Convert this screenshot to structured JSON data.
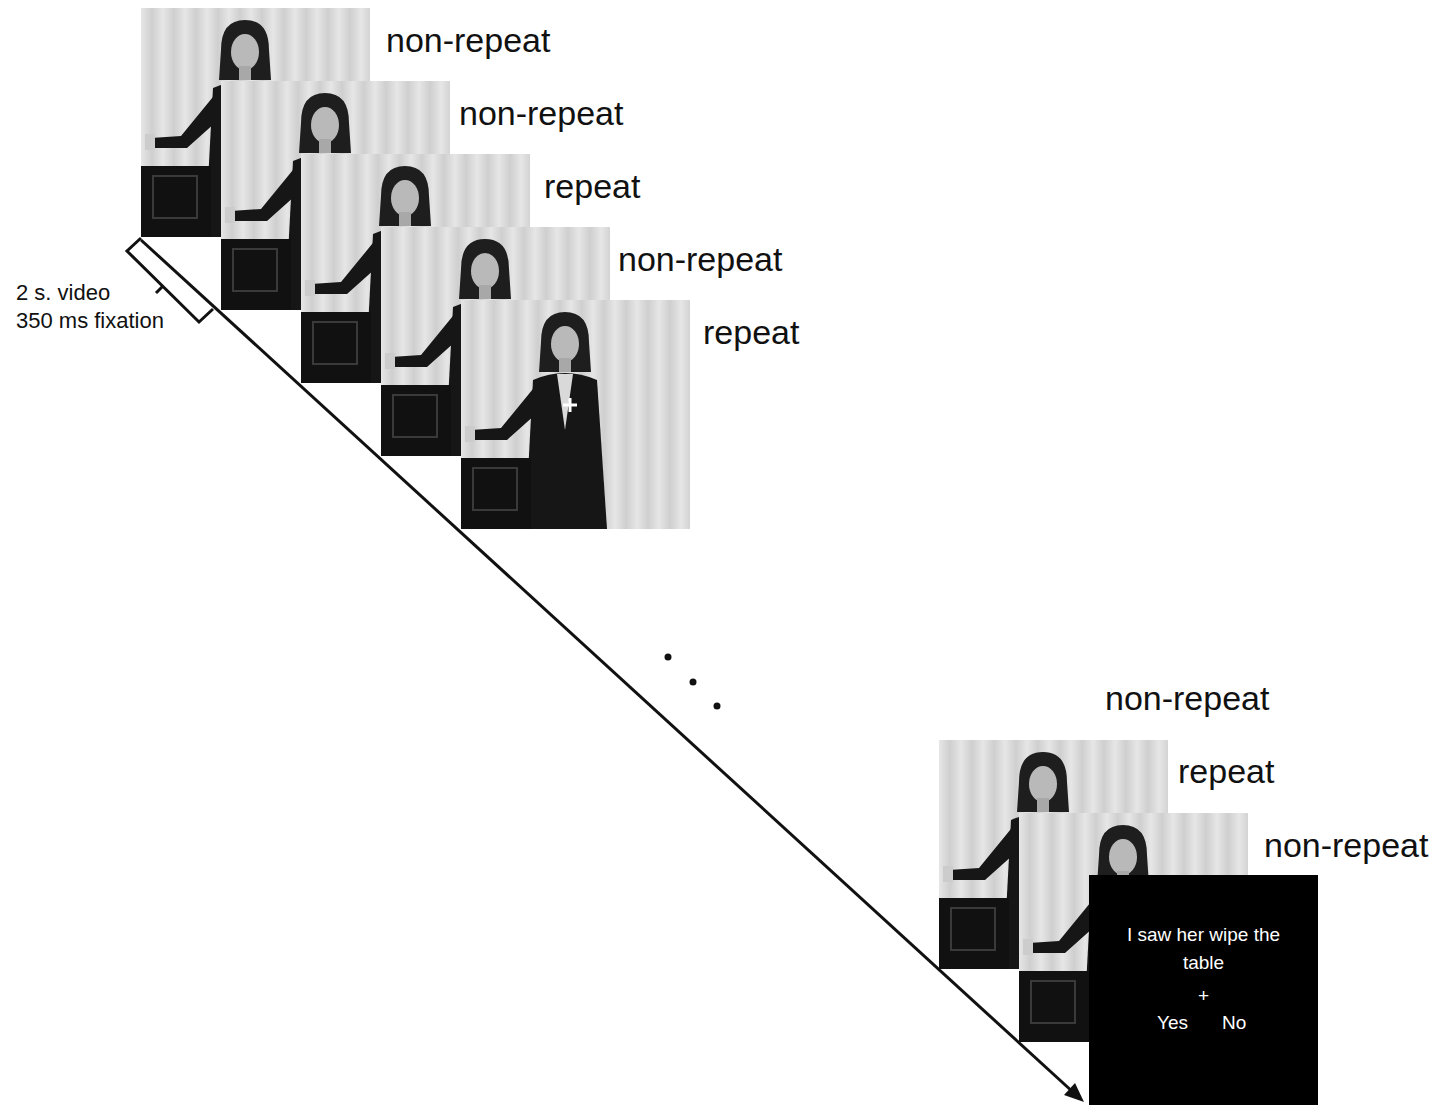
{
  "diagram": {
    "nodes": [
      {
        "text": [
          "I saw her wipe the table",
          "+",
          "Yes",
          "No"
        ]
      }
    ],
    "labels": [
      "non-repeat",
      "non-repeat",
      "repeat",
      "non-repeat",
      "repeat",
      "2 s. video",
      "350 ms fixation",
      "non-repeat",
      "repeat",
      "non-repeat"
    ]
  }
}
